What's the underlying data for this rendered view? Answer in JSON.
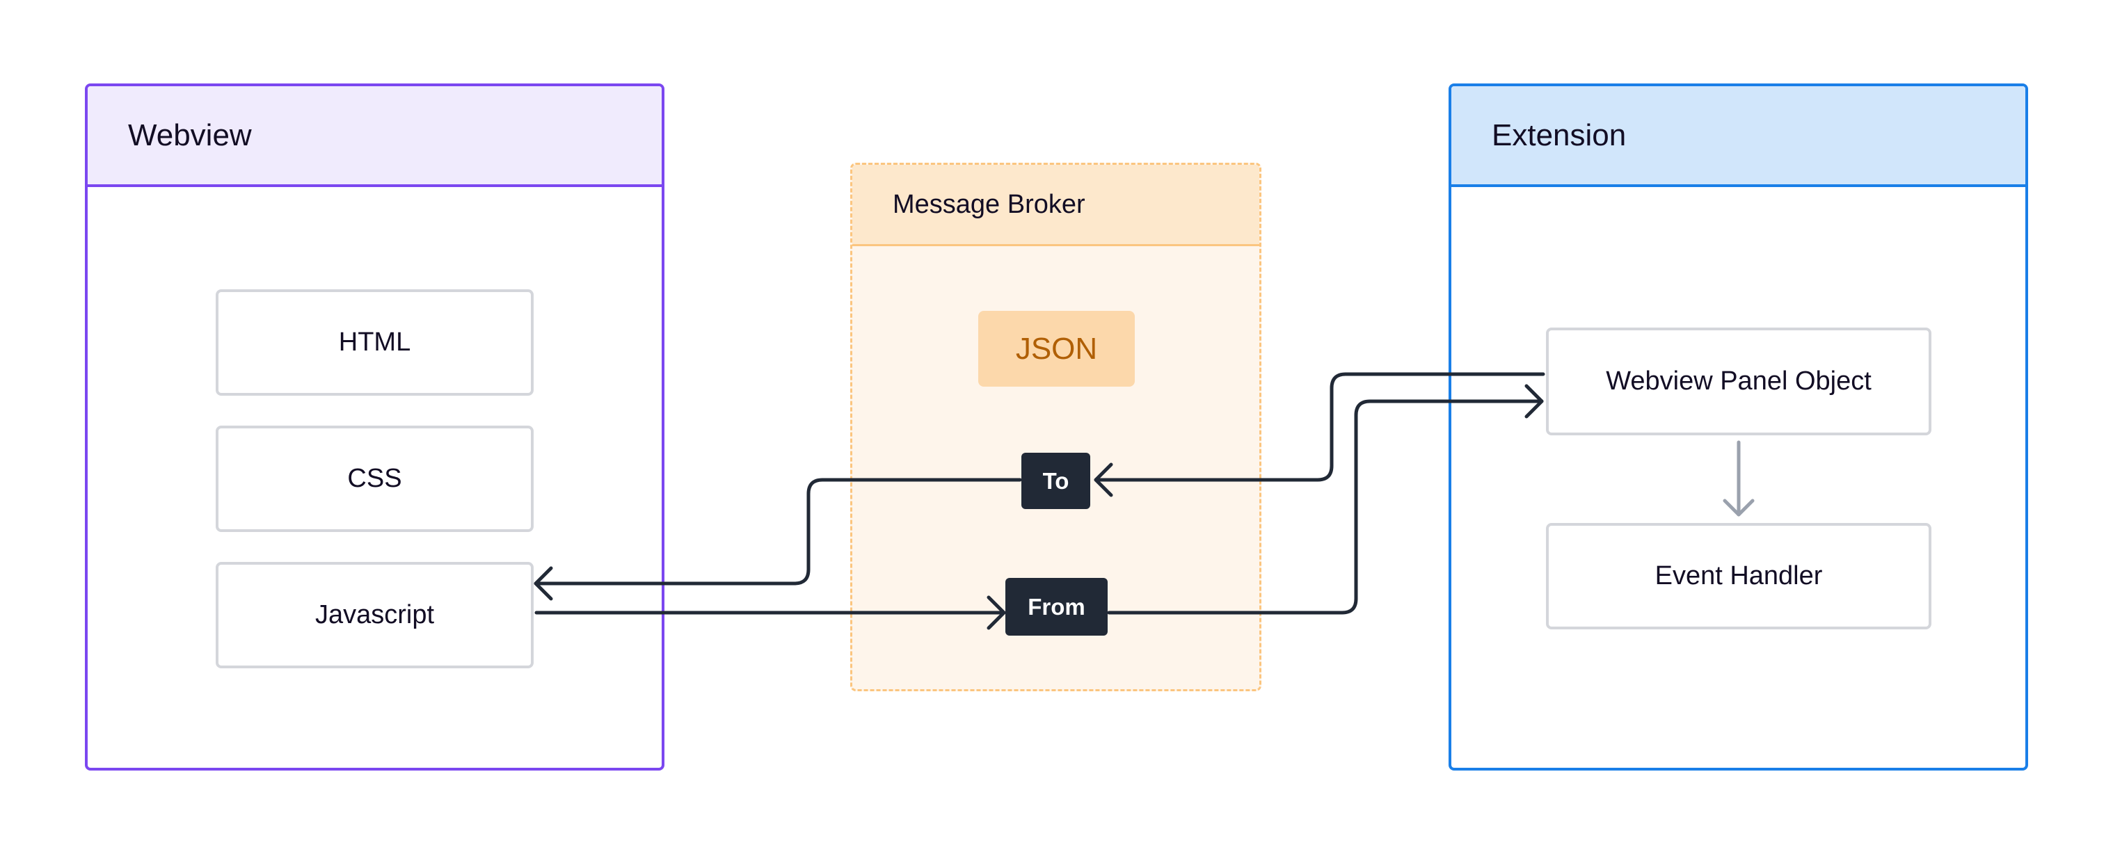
{
  "webview": {
    "title": "Webview",
    "items": [
      "HTML",
      "CSS",
      "Javascript"
    ],
    "color": "#7B47F0"
  },
  "broker": {
    "title": "Message Broker",
    "payload": "JSON",
    "to_label": "To",
    "from_label": "From",
    "color": "#FBC57F"
  },
  "extension": {
    "title": "Extension",
    "panel_object": "Webview Panel Object",
    "event_handler": "Event Handler",
    "color": "#1A7FE8"
  }
}
